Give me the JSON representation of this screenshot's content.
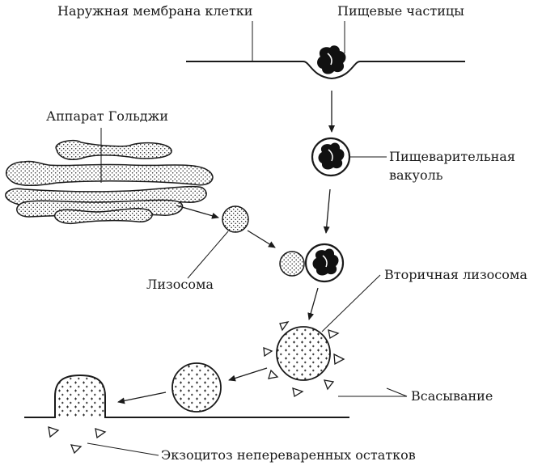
{
  "labels": {
    "outer_membrane": "Наружная мембрана клетки",
    "food_particles": "Пищевые частицы",
    "golgi": "Аппарат Гольджи",
    "digestive_vacuole_1": "Пищеварительная",
    "digestive_vacuole_2": "вакуоль",
    "lysosome": "Лизосома",
    "secondary_lysosome": "Вторичная лизосома",
    "absorption": "Всасывание",
    "exocytosis": "Экзоцитоз непереваренных остатков"
  },
  "colors": {
    "ink": "#1a1a1a",
    "fill": "#ffffff",
    "food": "#111111"
  }
}
